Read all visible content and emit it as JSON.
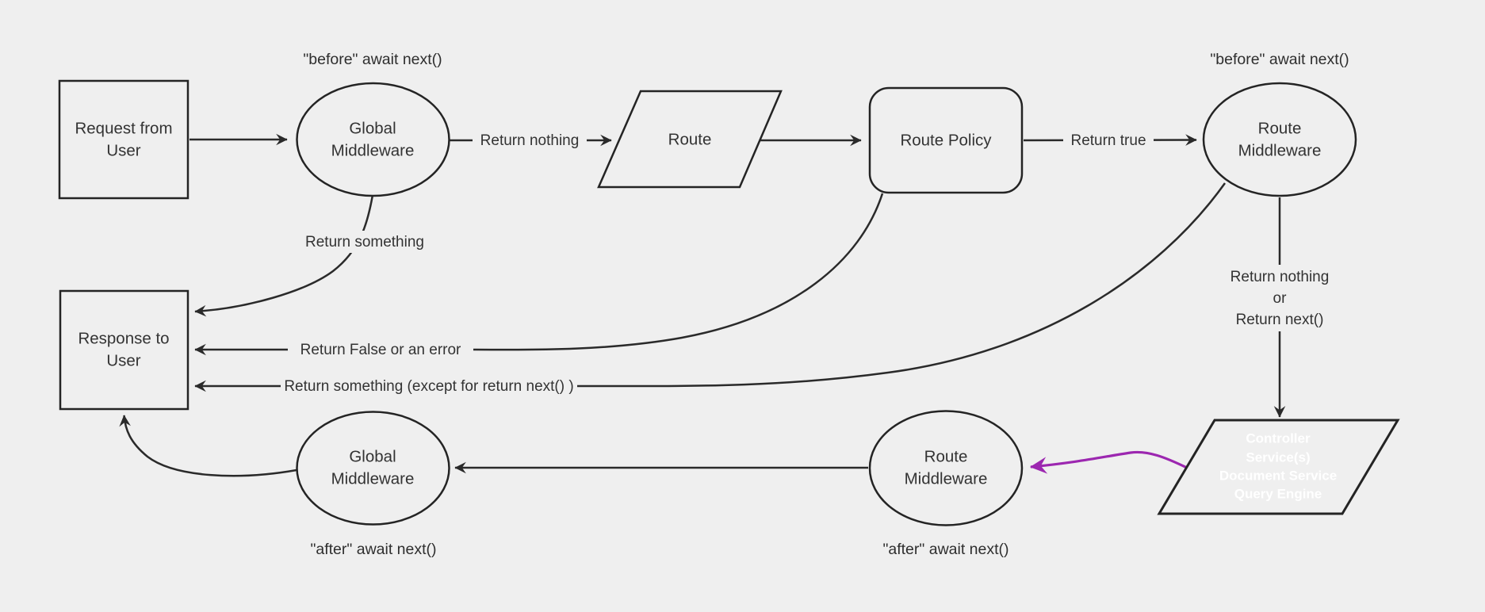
{
  "diagram": {
    "title_hint": "middleware-request-response-flowchart",
    "colors": {
      "background": "#efefef",
      "edge_stroke": "#2a2a2a",
      "node_stroke": "#242424",
      "text": "#333333",
      "purple_fill": "#8a28a6",
      "purple_stroke": "#9c27b0",
      "text_on_purple": "#ffffff"
    },
    "nodes": {
      "request": {
        "line1": "Request from",
        "line2": "User"
      },
      "global_middleware_top": {
        "line1": "Global",
        "line2": "Middleware"
      },
      "route": {
        "label": "Route"
      },
      "route_policy": {
        "label": "Route Policy"
      },
      "route_middleware_top": {
        "line1": "Route",
        "line2": "Middleware"
      },
      "response": {
        "line1": "Response to",
        "line2": "User"
      },
      "global_middleware_bottom": {
        "line1": "Global",
        "line2": "Middleware"
      },
      "route_middleware_bottom": {
        "line1": "Route",
        "line2": "Middleware"
      },
      "controller": {
        "line1": "Controller",
        "line2": "Service(s)",
        "line3": "Document Service",
        "line4": "Query Engine"
      }
    },
    "edge_labels": {
      "return_nothing": "Return nothing",
      "return_true": "Return true",
      "return_something": "Return something",
      "return_false_or_error": "Return False or an error",
      "return_something_except": "Return something (except for return next() )",
      "return_nothing_or_line1": "Return nothing",
      "return_nothing_or_line2": "or",
      "return_nothing_or_line3": "Return next()"
    },
    "annotations": {
      "before_await_left": "\"before\" await next()",
      "before_await_right": "\"before\" await next()",
      "after_await_left": "\"after\" await next()",
      "after_await_right": "\"after\" await next()"
    }
  }
}
